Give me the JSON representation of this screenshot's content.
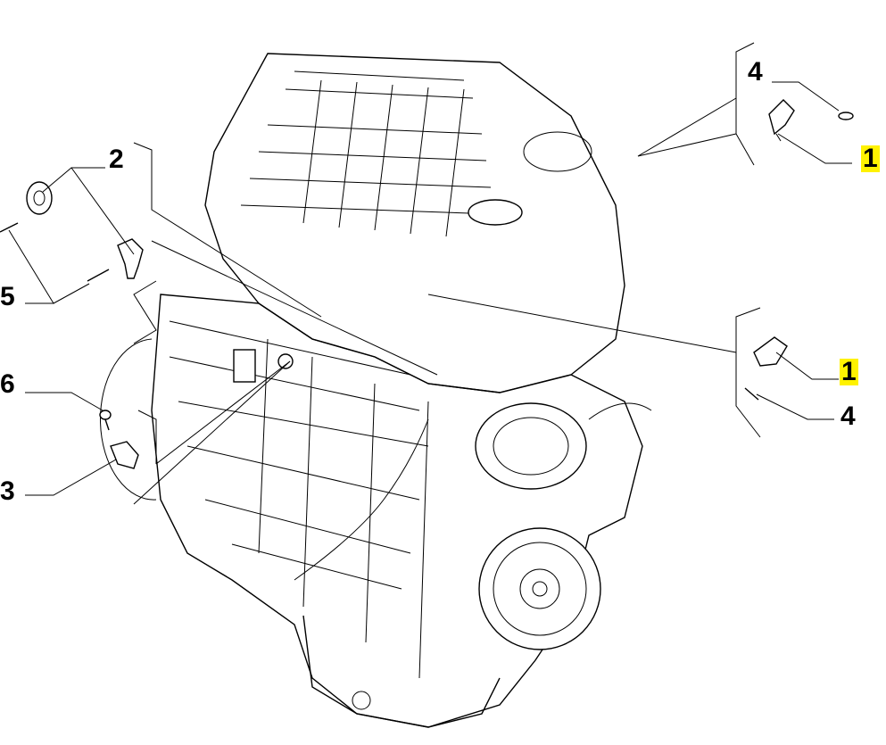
{
  "diagram": {
    "callouts": {
      "c1_top": "1",
      "c1_mid": "1",
      "c2": "2",
      "c3": "3",
      "c4_top": "4",
      "c4_mid": "4",
      "c5": "5",
      "c6": "6"
    },
    "highlight_color": "#fff200",
    "highlighted_callouts": [
      "1"
    ]
  }
}
